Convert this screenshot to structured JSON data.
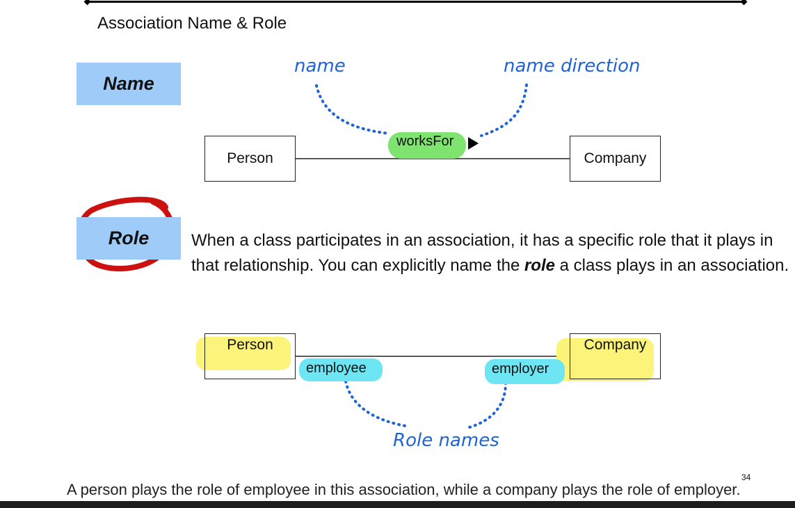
{
  "slide": {
    "title": "Association Name & Role",
    "name_tag": "Name",
    "role_tag": "Role",
    "page_number": "34"
  },
  "name_diagram": {
    "left_class": "Person",
    "right_class": "Company",
    "association": "worksFor",
    "annotation_name": "name",
    "annotation_direction": "name direction"
  },
  "role_text": {
    "part1": "When a class participates in an association, it has a specific role that it plays in that relationship.  You can explicitly name the ",
    "emphasis": "role",
    "part2": " a class plays in an association."
  },
  "role_diagram": {
    "left_class": "Person",
    "right_class": "Company",
    "left_role": "employee",
    "right_role": "employer",
    "annotation": "Role names"
  },
  "caption": "A person plays the role of employee in this association, while a company plays the role of employer.",
  "colors": {
    "tag_bg": "#9ecbf7",
    "annotation": "#1f63d9",
    "highlight_yellow": "#fbf37a",
    "highlight_green": "#7fe36f",
    "highlight_cyan": "#6ee5f3",
    "circle": "#cc1111"
  }
}
